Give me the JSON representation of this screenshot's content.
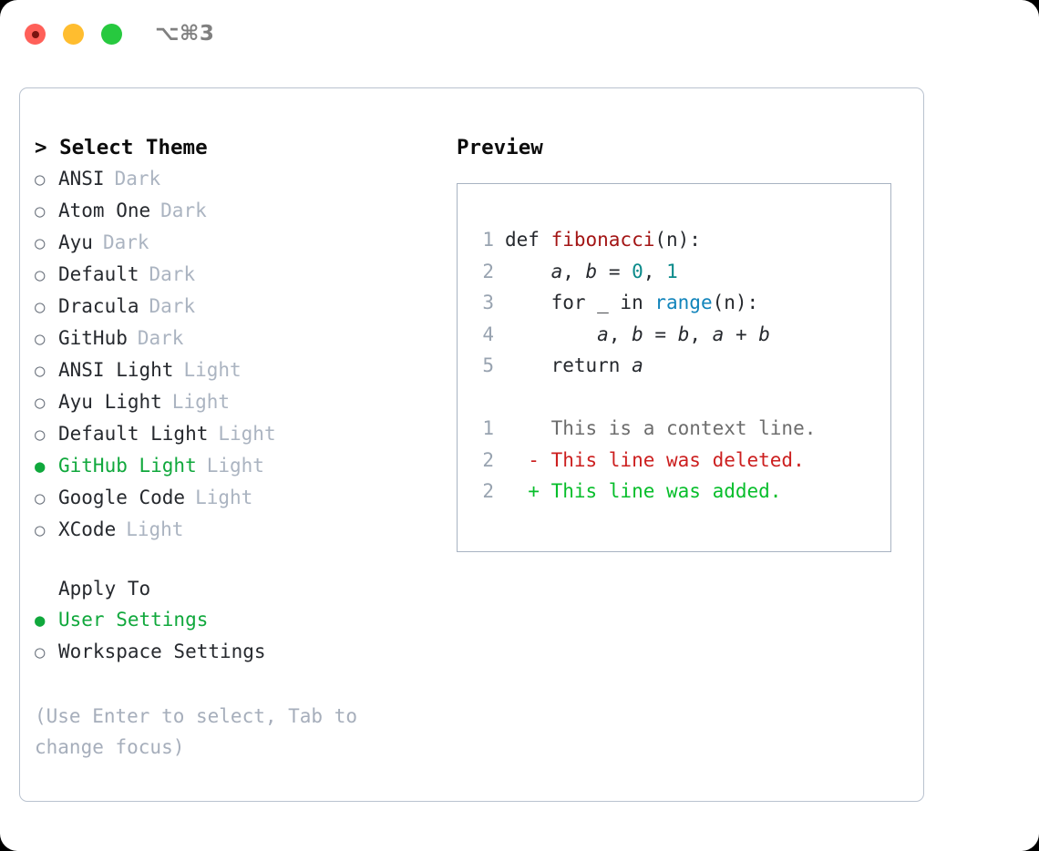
{
  "titlebar": {
    "shortcut": "⌥⌘3",
    "dots": [
      "close-red",
      "minimize-yellow",
      "maximize-green"
    ]
  },
  "theme_list": {
    "header": "> Select Theme",
    "unselected_marker": "○",
    "selected_marker": "●",
    "items": [
      {
        "label": "ANSI",
        "tag": "Dark",
        "selected": false
      },
      {
        "label": "Atom One",
        "tag": "Dark",
        "selected": false
      },
      {
        "label": "Ayu",
        "tag": "Dark",
        "selected": false
      },
      {
        "label": "Default",
        "tag": "Dark",
        "selected": false
      },
      {
        "label": "Dracula",
        "tag": "Dark",
        "selected": false
      },
      {
        "label": "GitHub",
        "tag": "Dark",
        "selected": false
      },
      {
        "label": "ANSI Light",
        "tag": "Light",
        "selected": false
      },
      {
        "label": "Ayu Light",
        "tag": "Light",
        "selected": false
      },
      {
        "label": "Default Light",
        "tag": "Light",
        "selected": false
      },
      {
        "label": "GitHub Light",
        "tag": "Light",
        "selected": true
      },
      {
        "label": "Google Code",
        "tag": "Light",
        "selected": false
      },
      {
        "label": "XCode",
        "tag": "Light",
        "selected": false
      }
    ]
  },
  "apply_to": {
    "header": "Apply To",
    "items": [
      {
        "label": "User Settings",
        "selected": true
      },
      {
        "label": "Workspace Settings",
        "selected": false
      }
    ]
  },
  "hint": "(Use Enter to select, Tab to change focus)",
  "preview": {
    "title": "Preview",
    "code_lines": [
      {
        "no": "1",
        "text": "def fibonacci(n):"
      },
      {
        "no": "2",
        "text": "    a, b = 0, 1"
      },
      {
        "no": "3",
        "text": "    for _ in range(n):"
      },
      {
        "no": "4",
        "text": "        a, b = b, a + b"
      },
      {
        "no": "5",
        "text": "    return a"
      }
    ],
    "diff_lines": [
      {
        "no": "1",
        "sign": " ",
        "text": "This is a context line.",
        "kind": "context"
      },
      {
        "no": "2",
        "sign": "-",
        "text": "This line was deleted.",
        "kind": "deleted"
      },
      {
        "no": "2",
        "sign": "+",
        "text": "This line was added.",
        "kind": "added"
      }
    ]
  },
  "colors": {
    "accent_green": "#10a83c",
    "tag_gray": "#abb4c1",
    "hint_gray": "#a6aebb",
    "panel_border": "#a8b3c2",
    "dialog_border": "#b9c2cf",
    "diff_add": "#07be2b",
    "diff_del": "#cc1f1f",
    "keyword_fn": "#a31515",
    "builtin_call": "#1184bb",
    "number": "#0a8a8a"
  }
}
